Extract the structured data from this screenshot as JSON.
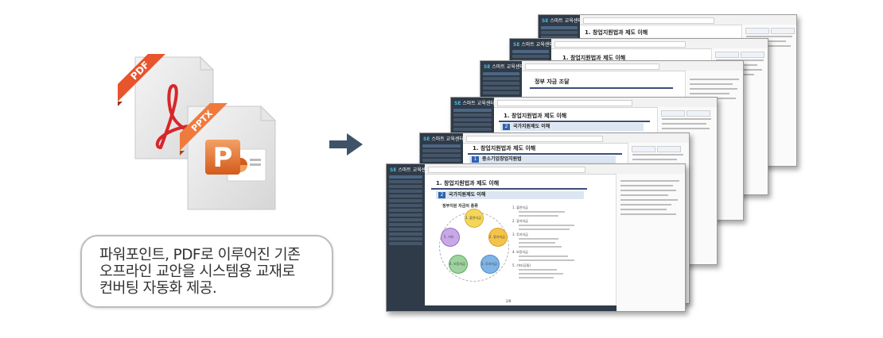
{
  "icons": {
    "pdf": {
      "ribbon_text": "PDF",
      "icon_name": "pdf-file-icon",
      "ribbon_color": "#e8542c",
      "symbol_color": "#d7262a"
    },
    "pptx": {
      "ribbon_text": "PPTX",
      "icon_name": "pptx-file-icon",
      "ribbon_color": "#f07a3c",
      "symbol_color": "#d35b1b"
    }
  },
  "arrow": {
    "icon_name": "right-arrow-icon",
    "color": "#3e5368"
  },
  "caption": {
    "text": "파워포인트, PDF로 이루어진 기존\n오프라인 교안을 시스템용 교재로\n컨버팅 자동화 제공."
  },
  "screens": {
    "logo_text": "SE",
    "logo_sub": "스마트 교육센터",
    "titles": [
      "1. 창업지원법과 제도 이해",
      "1. 창업지원법과 제도 이해",
      "정부 자금 조달",
      "1. 창업지원법과 제도 이해",
      "1. 창업지원법과 제도 이해",
      "1. 창업지원법과 제도 이해"
    ],
    "section_labels": [
      "국가지원제도 이해",
      "중소기업창업지원법",
      "국가지원제도 이해"
    ],
    "front": {
      "section_num": "2",
      "diagram_title": "정부지원 자금의 종류",
      "diagram_items": [
        "1. 출연자금",
        "2. 융자자금",
        "3. 투자자금",
        "4. 보증자금",
        "5. 기타"
      ],
      "right_list": [
        "1. 출연자금",
        "2. 융자자금",
        "3. 투자자금",
        "4. 보증자금",
        "5. 기타(공통)"
      ],
      "page_indicator": "2/8"
    },
    "accent_color": "#2f63b0",
    "sidebar_color": "#2f3b48"
  }
}
